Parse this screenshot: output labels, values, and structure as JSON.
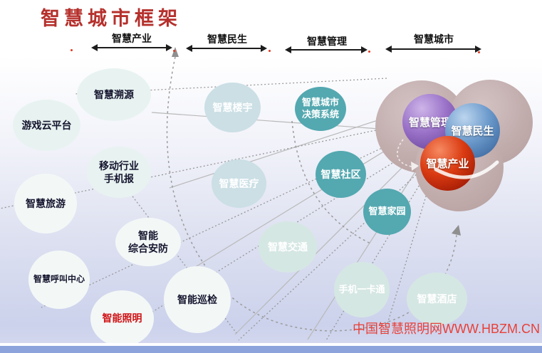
{
  "title": "智慧城市框架",
  "watermark": "中国智慧照明网WWW.HBZM.CN",
  "axis_headers": [
    {
      "label": "智慧产业"
    },
    {
      "label": "智慧民生"
    },
    {
      "label": "智慧管理"
    },
    {
      "label": "智慧城市"
    }
  ],
  "bubbles": [
    {
      "id": "smart-traceability",
      "lines": [
        "智慧溯源"
      ]
    },
    {
      "id": "game-cloud-platform",
      "lines": [
        "游戏云平台"
      ]
    },
    {
      "id": "mobile-industry-sms",
      "lines": [
        "移动行业",
        "手机报"
      ]
    },
    {
      "id": "smart-tourism",
      "lines": [
        "智慧旅游"
      ]
    },
    {
      "id": "smart-integrated-security",
      "lines": [
        "智能",
        "综合安防"
      ]
    },
    {
      "id": "smart-call-center",
      "lines": [
        "智慧呼叫中心"
      ]
    },
    {
      "id": "smart-inspection",
      "lines": [
        "智能巡检"
      ]
    },
    {
      "id": "smart-lighting",
      "lines": [
        "智能照明"
      ]
    },
    {
      "id": "smart-building",
      "lines": [
        "智慧楼宇"
      ]
    },
    {
      "id": "city-decision-system",
      "lines": [
        "智慧城市",
        "决策系统"
      ]
    },
    {
      "id": "smart-healthcare",
      "lines": [
        "智慧医疗"
      ]
    },
    {
      "id": "smart-community",
      "lines": [
        "智慧社区"
      ]
    },
    {
      "id": "smart-home",
      "lines": [
        "智慧家园"
      ]
    },
    {
      "id": "smart-transport",
      "lines": [
        "智慧交通"
      ]
    },
    {
      "id": "mobile-one-card",
      "lines": [
        "手机一卡通"
      ]
    },
    {
      "id": "smart-hotel",
      "lines": [
        "智慧酒店"
      ]
    }
  ],
  "cluster": {
    "spheres": [
      {
        "id": "smart-management",
        "label": "智慧管理",
        "color": "#7a4fa8"
      },
      {
        "id": "smart-livelihood",
        "label": "智慧民生",
        "color": "#4a77ab"
      },
      {
        "id": "smart-industry",
        "label": "智慧产业",
        "color": "#c22000"
      }
    ]
  },
  "colors": {
    "title_red": "#b5302c",
    "watermark_red": "#e84038",
    "teal_bubble": "#54a8b0",
    "mint_bubble": "#e8f3f1",
    "pale_blue_bubble": "#cbdfe5",
    "white_bubble": "#f3f8f7",
    "cloud_mauve": "#c2adad",
    "footer_bar": "#8ca4db"
  }
}
